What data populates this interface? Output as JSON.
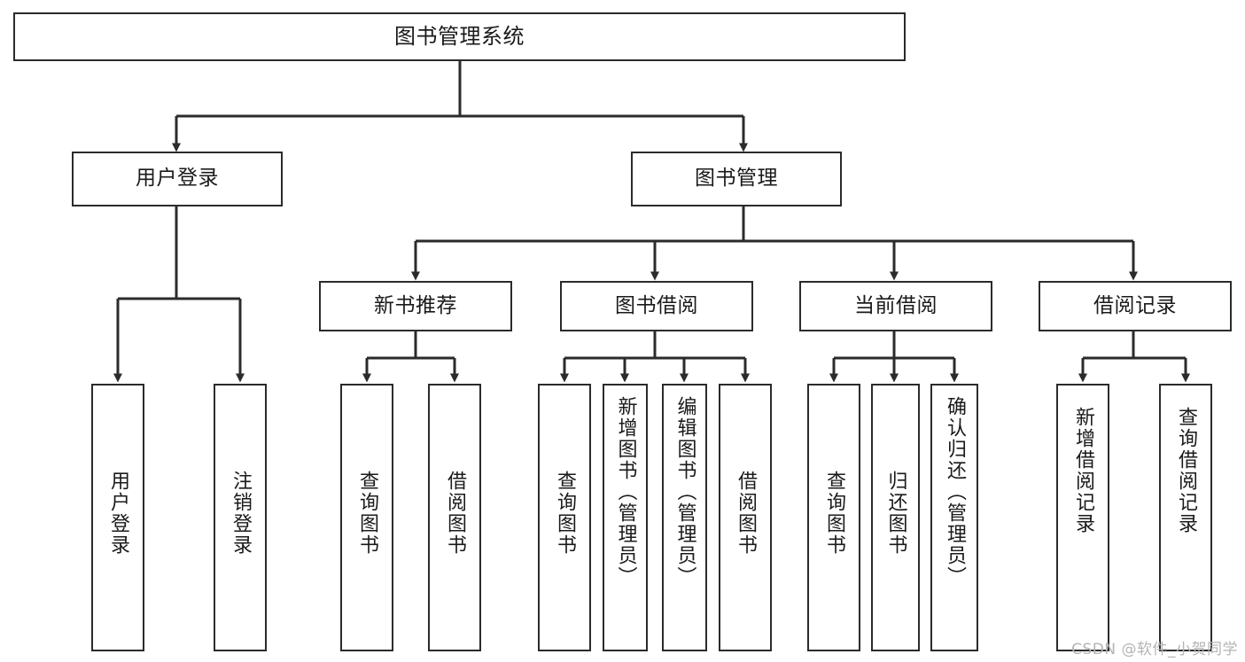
{
  "diagram": {
    "title": "图书管理系统",
    "type": "tree",
    "watermark": "CSDN @软件_小贺同学",
    "colors": {
      "stroke": "#2b2b2b",
      "fill": "#ffffff",
      "text": "#1a1a1a",
      "watermark": "#b4b4b4"
    },
    "root": {
      "label": "图书管理系统"
    },
    "level2": [
      {
        "label": "用户登录"
      },
      {
        "label": "图书管理"
      }
    ],
    "level3": [
      {
        "label": "新书推荐"
      },
      {
        "label": "图书借阅"
      },
      {
        "label": "当前借阅"
      },
      {
        "label": "借阅记录"
      }
    ],
    "leaves": {
      "user_login": [
        {
          "label": "用户登录"
        },
        {
          "label": "注销登录"
        }
      ],
      "new_book_recommend": [
        {
          "label": "查询图书"
        },
        {
          "label": "借阅图书"
        }
      ],
      "book_borrow": [
        {
          "label": "查询图书"
        },
        {
          "label": "新增图书（管理员）"
        },
        {
          "label": "编辑图书（管理员）"
        },
        {
          "label": "借阅图书"
        }
      ],
      "current_borrow": [
        {
          "label": "查询图书"
        },
        {
          "label": "归还图书"
        },
        {
          "label": "确认归还（管理员）"
        }
      ],
      "borrow_record": [
        {
          "label": "新增借阅记录"
        },
        {
          "label": "查询借阅记录"
        }
      ]
    }
  }
}
